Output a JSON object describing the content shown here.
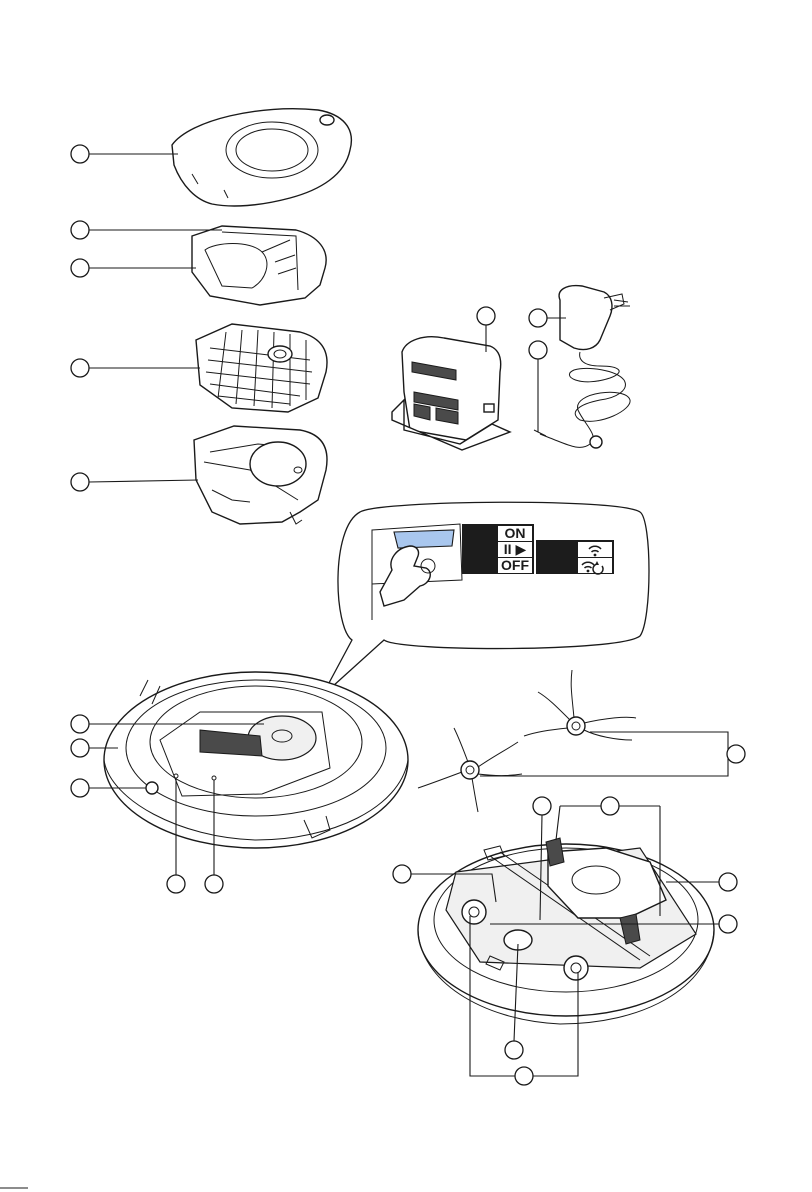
{
  "control_panel": {
    "on_label": "ON",
    "pause_play_label": "II ▶",
    "off_label": "OFF"
  },
  "icons": [
    "wifi-icon",
    "wifi-reset-icon",
    "pause-icon",
    "play-icon"
  ],
  "colors": {
    "line": "#1a1a1a",
    "button_highlight": "#a9c7ee",
    "panel_dark": "#1c1c1c"
  }
}
